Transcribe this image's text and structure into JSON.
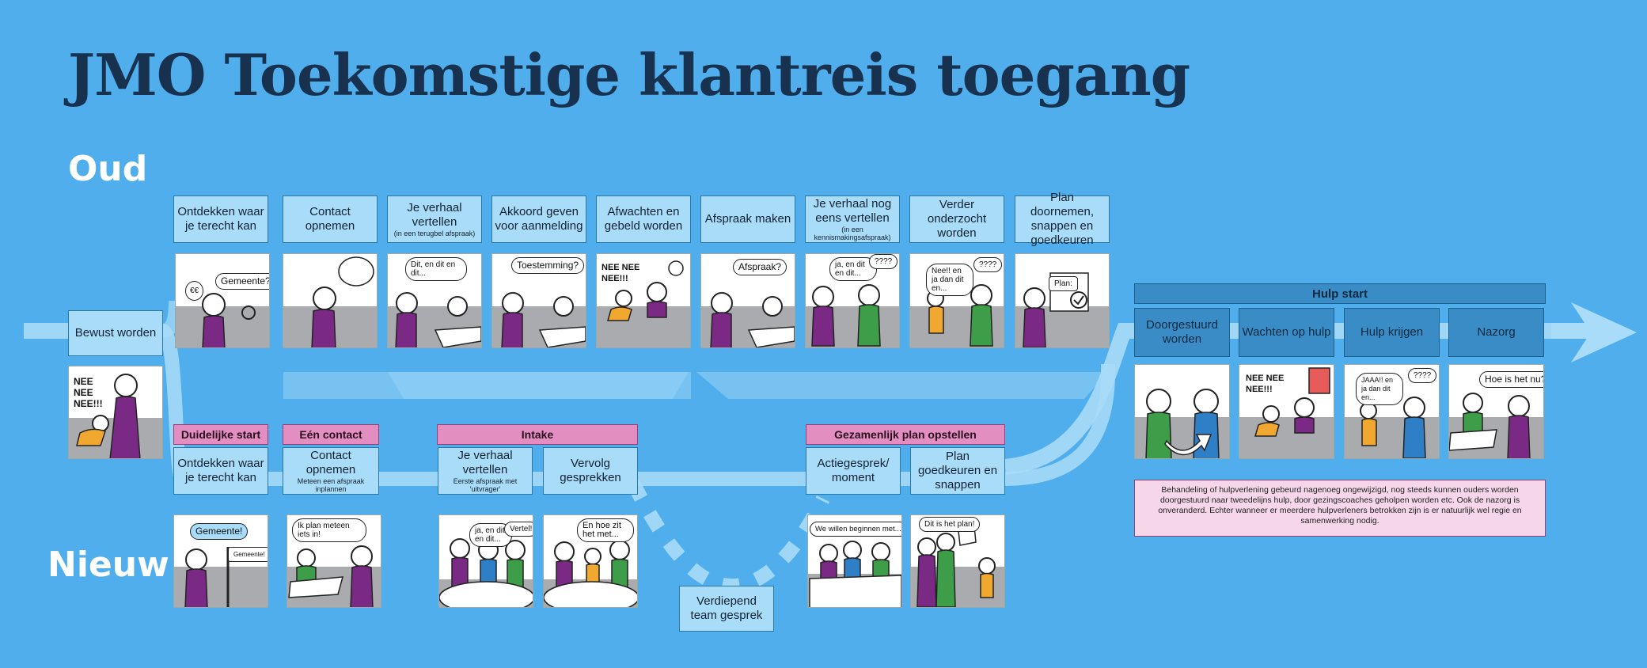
{
  "title": "JMO Toekomstige klantreis toegang",
  "lanes": {
    "old": "Oud",
    "new": "Nieuw"
  },
  "start_step": "Bewust worden",
  "old_steps": [
    {
      "label": "Ontdekken waar je terecht kan",
      "sub": ""
    },
    {
      "label": "Contact opnemen",
      "sub": ""
    },
    {
      "label": "Je verhaal vertellen",
      "sub": "(in een terugbel afspraak)"
    },
    {
      "label": "Akkoord geven voor aanmelding",
      "sub": ""
    },
    {
      "label": "Afwachten en gebeld worden",
      "sub": ""
    },
    {
      "label": "Afspraak maken",
      "sub": ""
    },
    {
      "label": "Je verhaal nog eens vertellen",
      "sub": "(in een kennismakingsafspraak)"
    },
    {
      "label": "Verder onderzocht worden",
      "sub": ""
    },
    {
      "label": "Plan doornemen, snappen en goedkeuren",
      "sub": ""
    }
  ],
  "new_phases": {
    "duidelijke_start": "Duidelijke start",
    "een_contact": "Eén contact",
    "intake": "Intake",
    "gezamenlijk_plan": "Gezamenlijk plan opstellen"
  },
  "new_steps": [
    {
      "label": "Ontdekken waar je terecht kan",
      "sub": ""
    },
    {
      "label": "Contact opnemen",
      "sub": "Meteen een afspraak inplannen"
    },
    {
      "label": "Je verhaal vertellen",
      "sub": "Eerste afspraak met 'uitvrager'"
    },
    {
      "label": "Vervolg gesprekken",
      "sub": ""
    },
    {
      "label": "Actiegesprek/ moment",
      "sub": ""
    },
    {
      "label": "Plan goedkeuren en snappen",
      "sub": ""
    }
  ],
  "team_step": "Verdiepend team gesprek",
  "hulp": {
    "phase": "Hulp start",
    "steps": [
      "Doorgestuurd worden",
      "Wachten op hulp",
      "Hulp krijgen",
      "Nazorg"
    ]
  },
  "note": "Behandeling of hulpverlening gebeurd nagenoeg ongewijzigd, nog steeds kunnen ouders worden doorgestuurd naar tweedelijns hulp, door gezingscoaches geholpen worden etc. Ook de nazorg is onveranderd. Echter wanneer er meerdere hulpverleners betrokken zijn is er natuurlijk wel regie en samenwerking nodig.",
  "panels": {
    "start": {
      "text": "NEE NEE NEE!!!"
    },
    "old": [
      {
        "bubble": "Gemeente?",
        "extra": "€€"
      },
      {
        "bubble": ""
      },
      {
        "bubble": "Dit, en dit en dit..."
      },
      {
        "bubble": "Toestemming?"
      },
      {
        "text": "NEE NEE NEE!!!"
      },
      {
        "bubble": "Afspraak?"
      },
      {
        "bubble": "ja, en dit en dit...",
        "bubble2": "????"
      },
      {
        "bubble": "Nee!! en ja dan dit en...",
        "bubble2": "????"
      },
      {
        "bubble": "Plan:"
      }
    ],
    "new": [
      {
        "bubble": "Gemeente!",
        "sign": "Gemeente!"
      },
      {
        "bubble": "Ik plan meteen iets in!"
      },
      {
        "bubble": "ja, en dit en dit...",
        "bubble2": "Vertel!"
      },
      {
        "bubble": "En hoe zit het met..."
      },
      {
        "bubble": "We willen beginnen met..."
      },
      {
        "bubble": "Dit is het plan!"
      }
    ],
    "hulp": [
      {
        "bubble": ""
      },
      {
        "text": "NEE NEE NEE!!!"
      },
      {
        "bubble": "JAAA!! en ja dan dit en...",
        "bubble2": "????"
      },
      {
        "bubble": "Hoe is het nu?"
      }
    ]
  },
  "colors": {
    "background": "#4faeeb",
    "title": "#17314f",
    "step_light": "#a9dcf8",
    "step_dark": "#3a8cc6",
    "phase_pink": "#e28ec0",
    "note_pink": "#f6d7ea",
    "figure_purple": "#7a2a84",
    "figure_green": "#3e9d48",
    "figure_orange": "#f0a830",
    "figure_blue": "#2f7fc7"
  }
}
